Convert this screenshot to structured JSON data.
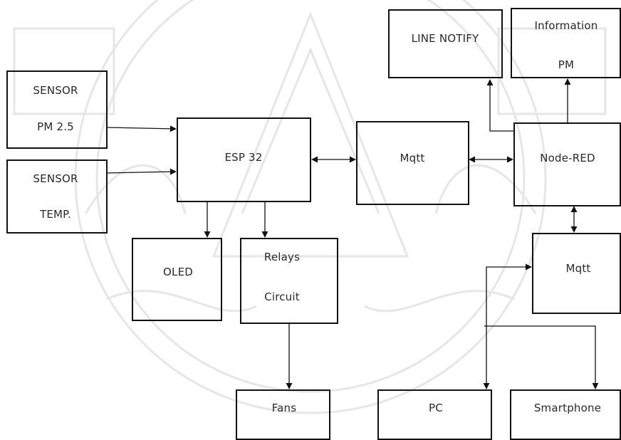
{
  "diagram": {
    "nodes": {
      "sensor_pm": {
        "line1": "SENSOR",
        "line2": "PM 2.5"
      },
      "sensor_temp": {
        "line1": "SENSOR",
        "line2": "TEMP."
      },
      "esp32": {
        "label": "ESP 32"
      },
      "oled": {
        "label": "OLED"
      },
      "relays": {
        "line1": "Relays",
        "line2": "Circuit"
      },
      "fans": {
        "label": "Fans"
      },
      "mqtt_main": {
        "label": "Mqtt"
      },
      "node_red": {
        "label": "Node-RED"
      },
      "line_notify": {
        "label": "LINE NOTIFY"
      },
      "information": {
        "line1": "Information",
        "line2": "PM"
      },
      "mqtt_client": {
        "label": "Mqtt"
      },
      "pc": {
        "label": "PC"
      },
      "smartphone": {
        "label": "Smartphone"
      }
    },
    "edges": [
      {
        "from": "sensor_pm",
        "to": "esp32",
        "direction": "forward"
      },
      {
        "from": "sensor_temp",
        "to": "esp32",
        "direction": "forward"
      },
      {
        "from": "esp32",
        "to": "oled",
        "direction": "forward"
      },
      {
        "from": "esp32",
        "to": "relays",
        "direction": "forward"
      },
      {
        "from": "relays",
        "to": "fans",
        "direction": "forward"
      },
      {
        "from": "esp32",
        "to": "mqtt_main",
        "direction": "both"
      },
      {
        "from": "mqtt_main",
        "to": "node_red",
        "direction": "both"
      },
      {
        "from": "node_red",
        "to": "line_notify",
        "direction": "forward"
      },
      {
        "from": "node_red",
        "to": "information",
        "direction": "forward"
      },
      {
        "from": "node_red",
        "to": "mqtt_client",
        "direction": "both"
      },
      {
        "from": "mqtt_client",
        "to": "pc",
        "direction": "both"
      },
      {
        "from": "mqtt_client",
        "to": "smartphone",
        "direction": "forward"
      }
    ],
    "style": {
      "line_color": "#111111",
      "watermark_color": "#e9e9e9"
    }
  }
}
